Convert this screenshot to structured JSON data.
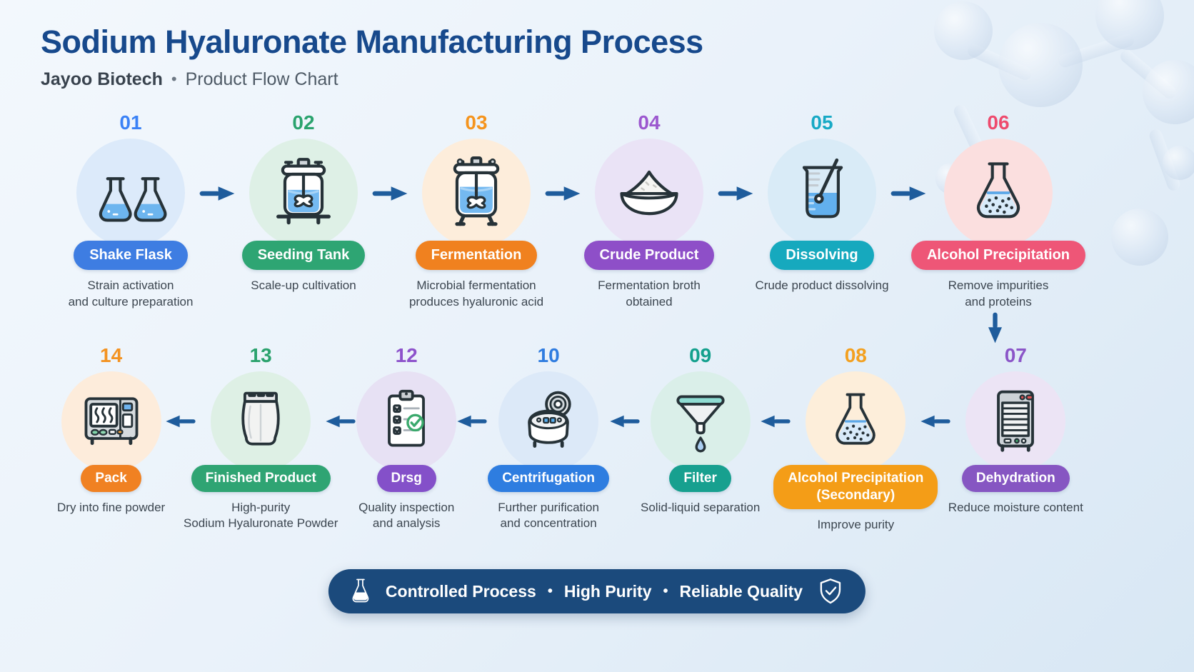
{
  "header": {
    "title": "Sodium Hyaluronate Manufacturing Process",
    "brand": "Jayoo Biotech",
    "separator": "•",
    "subtitle": "Product Flow Chart"
  },
  "colors": {
    "title": "#17498c",
    "arrow": "#1e5c9c",
    "banner_bg": "#1b4a7c"
  },
  "rows": {
    "row1": [
      {
        "number": "01",
        "label": "Shake Flask",
        "description": "Strain activation\nand culture preparation",
        "accent": "#3b82f6",
        "pill": "#3e7de2",
        "circle_bg": "#dceafa",
        "icon": "shake-flask-icon"
      },
      {
        "number": "02",
        "label": "Seeding Tank",
        "description": "Scale-up cultivation",
        "accent": "#2aa36e",
        "pill": "#2ea573",
        "circle_bg": "#def0e6",
        "icon": "seeding-tank-icon"
      },
      {
        "number": "03",
        "label": "Fermentation",
        "description": "Microbial fermentation\nproduces hyaluronic acid",
        "accent": "#f5941d",
        "pill": "#f0811f",
        "circle_bg": "#fdeddb",
        "icon": "fermentation-tank-icon"
      },
      {
        "number": "04",
        "label": "Crude Product",
        "description": "Fermentation broth\nobtained",
        "accent": "#9c57cf",
        "pill": "#8e4fc8",
        "circle_bg": "#eae3f6",
        "icon": "powder-bowl-icon"
      },
      {
        "number": "05",
        "label": "Dissolving",
        "description": "Crude product dissolving",
        "accent": "#17a9c5",
        "pill": "#16a9be",
        "circle_bg": "#d9ebf7",
        "icon": "beaker-stir-icon"
      },
      {
        "number": "06",
        "label": "Alcohol Precipitation",
        "description": "Remove impurities\nand proteins",
        "accent": "#ee4a6d",
        "pill": "#ee5677",
        "circle_bg": "#fbdfdf",
        "icon": "flask-precipitate-icon"
      }
    ],
    "row2": [
      {
        "number": "14",
        "label": "Pack",
        "description": "Dry into fine powder",
        "accent": "#f39322",
        "pill": "#f08122",
        "circle_bg": "#fdecdb",
        "icon": "dryer-machine-icon"
      },
      {
        "number": "13",
        "label": "Finished Product",
        "description": "High-purity\nSodium Hyaluronate Powder",
        "accent": "#2aa26d",
        "pill": "#2fa473",
        "circle_bg": "#def0e5",
        "icon": "product-pouch-icon"
      },
      {
        "number": "12",
        "label": "Drsg",
        "description": "Quality inspection\nand analysis",
        "accent": "#8d52cb",
        "pill": "#8450c9",
        "circle_bg": "#e7e1f4",
        "icon": "checklist-clipboard-icon"
      },
      {
        "number": "10",
        "label": "Centrifugation",
        "description": "Further purification\nand concentration",
        "accent": "#2f7ce0",
        "pill": "#2e7de0",
        "circle_bg": "#dce9f8",
        "icon": "centrifuge-icon"
      },
      {
        "number": "09",
        "label": "Filter",
        "description": "Solid-liquid separation",
        "accent": "#13a08d",
        "pill": "#17a08f",
        "circle_bg": "#daefe9",
        "icon": "funnel-icon"
      },
      {
        "number": "08",
        "label": "Alcohol Precipitation\n(Secondary)",
        "description": "Improve purity",
        "accent": "#f3a01f",
        "pill": "#f49d17",
        "circle_bg": "#fdeeda",
        "icon": "flask-precipitate-icon"
      },
      {
        "number": "07",
        "label": "Dehydration",
        "description": "Reduce moisture content",
        "accent": "#8b55c8",
        "pill": "#8656c2",
        "circle_bg": "#ece4f5",
        "icon": "drying-oven-icon"
      }
    ]
  },
  "banner": {
    "items": [
      "Controlled Process",
      "High Purity",
      "Reliable Quality"
    ],
    "separator": "•",
    "left_icon": "flask-icon",
    "right_icon": "shield-check-icon"
  }
}
